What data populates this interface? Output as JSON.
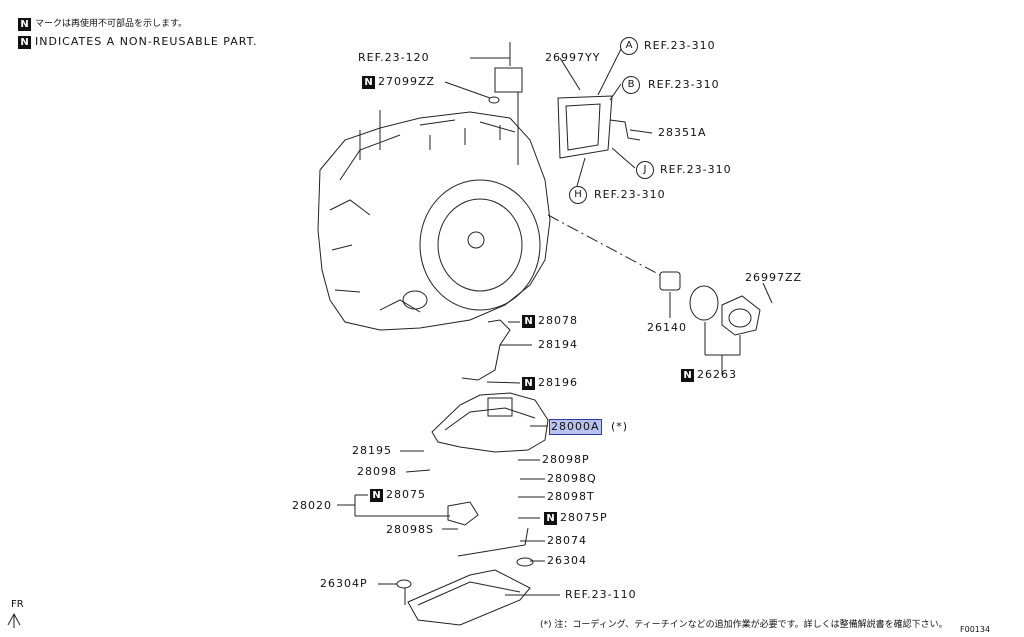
{
  "legend": {
    "badge": "N",
    "line_jp": "マークは再使用不可部品を示します。",
    "line_en": "INDICATES A NON-REUSABLE PART."
  },
  "refs": {
    "ref_23_120": "REF.23-120",
    "ref_A": {
      "letter": "A",
      "text": "REF.23-310"
    },
    "ref_B": {
      "letter": "B",
      "text": "REF.23-310"
    },
    "ref_J": {
      "letter": "J",
      "text": "REF.23-310"
    },
    "ref_H": {
      "letter": "H",
      "text": "REF.23-310"
    },
    "ref_23_110": "REF.23-110"
  },
  "parts": {
    "p27099ZZ": "27099ZZ",
    "p26997YY": "26997YY",
    "p28351A": "28351A",
    "p26997ZZ": "26997ZZ",
    "p26140": "26140",
    "p26263": "26263",
    "p28078": "28078",
    "p28194": "28194",
    "p28196": "28196",
    "p28000A": "28000A",
    "p28000A_note": "(*)",
    "p28195": "28195",
    "p28098": "28098",
    "p28098P": "28098P",
    "p28098Q": "28098Q",
    "p28098T": "28098T",
    "p28020": "28020",
    "p28075": "28075",
    "p28075P": "28075P",
    "p28098S": "28098S",
    "p28074": "28074",
    "p26304": "26304",
    "p26304P": "26304P"
  },
  "footer": {
    "fr": "FR",
    "note": "(*) 注：コーディング、ティーチインなどの追加作業が必要です。詳しくは整備解説書を確認下さい。",
    "figure_id": "F00134"
  },
  "colors": {
    "line": "#222222",
    "highlight_fill": "#b9c3f2",
    "highlight_border": "#2a3ca0"
  }
}
